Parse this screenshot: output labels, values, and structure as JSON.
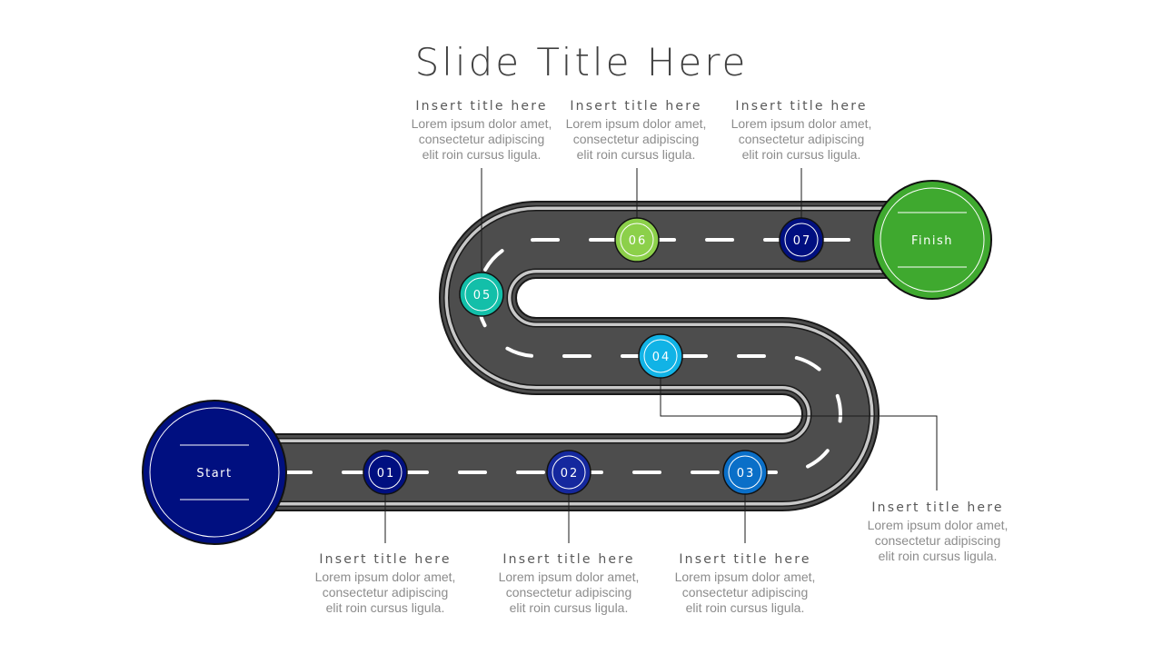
{
  "slide": {
    "title": "Slide Title Here"
  },
  "start": {
    "label": "Start",
    "color": "#000f80"
  },
  "finish": {
    "label": "Finish",
    "color": "#3fa92f"
  },
  "road": {
    "asphalt": "#4d4d4d",
    "edge_stripe": "#c8c8c8",
    "border": "#1a1a1a",
    "dash": "#ffffff"
  },
  "milestones": [
    {
      "num": "01",
      "color": "#000f80",
      "title": "Insert title here",
      "body": [
        "Lorem ipsum dolor amet,",
        "consectetur adipiscing",
        "elit roin cursus ligula."
      ]
    },
    {
      "num": "02",
      "color": "#15289e",
      "title": "Insert title here",
      "body": [
        "Lorem ipsum dolor amet,",
        "consectetur adipiscing",
        "elit roin cursus ligula."
      ]
    },
    {
      "num": "03",
      "color": "#0a6fc8",
      "title": "Insert title here",
      "body": [
        "Lorem ipsum dolor amet,",
        "consectetur adipiscing",
        "elit roin cursus ligula."
      ]
    },
    {
      "num": "04",
      "color": "#11b3e6",
      "title": "Insert title here",
      "body": [
        "Lorem ipsum dolor amet,",
        "consectetur adipiscing",
        "elit roin cursus ligula."
      ]
    },
    {
      "num": "05",
      "color": "#13bfa9",
      "title": "Insert title here",
      "body": [
        "Lorem ipsum dolor amet,",
        "consectetur adipiscing",
        "elit roin cursus ligula."
      ]
    },
    {
      "num": "06",
      "color": "#8cd04a",
      "title": "Insert title here",
      "body": [
        "Lorem ipsum dolor amet,",
        "consectetur adipiscing",
        "elit roin cursus ligula."
      ]
    },
    {
      "num": "07",
      "color": "#000f80",
      "title": "Insert title here",
      "body": [
        "Lorem ipsum dolor amet,",
        "consectetur adipiscing",
        "elit roin cursus ligula."
      ]
    }
  ]
}
